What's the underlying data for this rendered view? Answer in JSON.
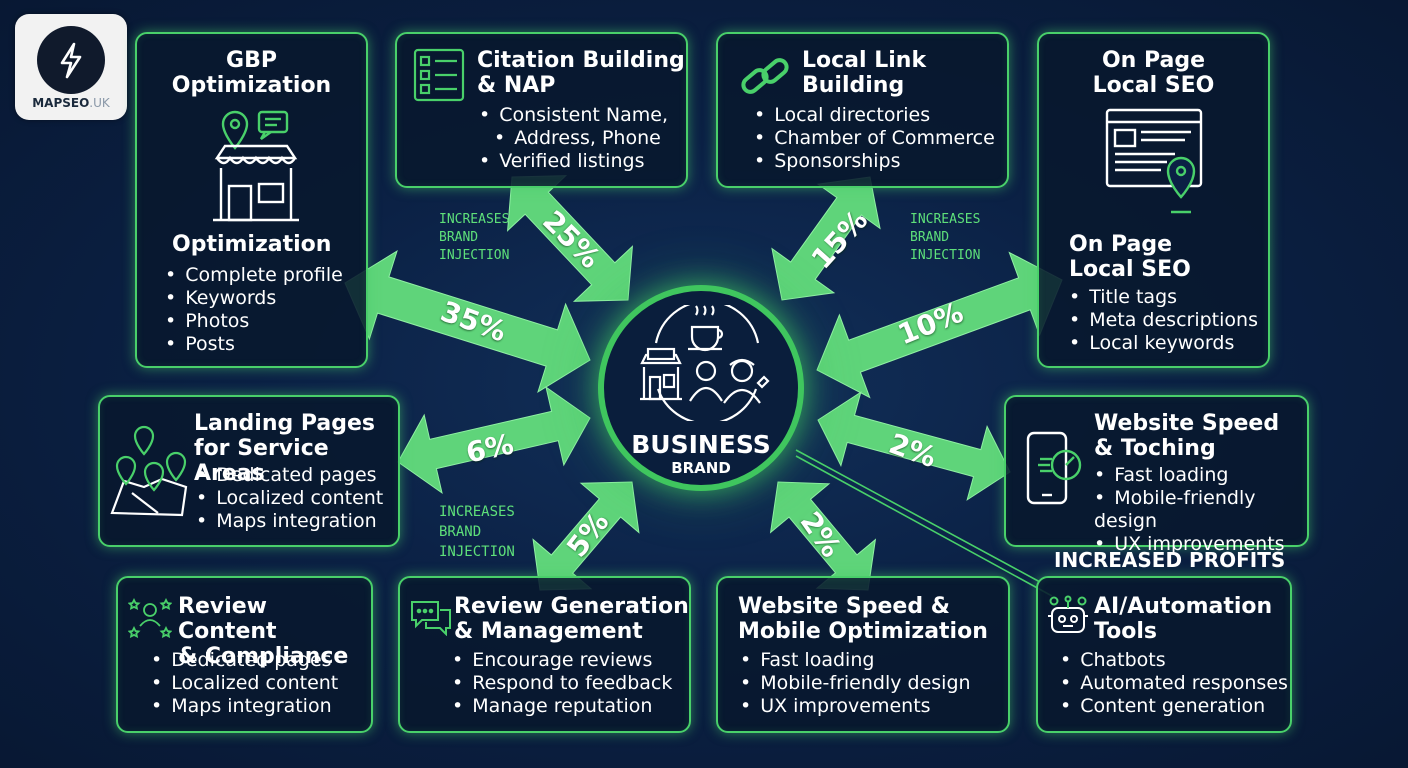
{
  "brand": {
    "logo_name": "MAPSEO",
    "logo_domain": ".UK"
  },
  "hub": {
    "title": "BUSINESS",
    "subtitle": "BRAND"
  },
  "cards": {
    "gbp": {
      "title_line1": "GBP",
      "title_line2": "Optimization",
      "subtitle": "Optimization",
      "items": [
        "Complete profile",
        "Keywords",
        "Photos",
        "Posts"
      ]
    },
    "citation": {
      "title_line1": "Citation Building",
      "title_line2": "& NAP",
      "items": [
        "Consistent Name,",
        "Address, Phone",
        "Verified listings"
      ]
    },
    "link": {
      "title_line1": "Local Link",
      "title_line2": "Building",
      "items": [
        "Local directories",
        "Chamber of Commerce",
        "Sponsorships"
      ]
    },
    "onpage": {
      "title_line1": "On Page",
      "title_line2": "Local SEO",
      "subtitle_line1": "On Page",
      "subtitle_line2": "Local SEO",
      "items": [
        "Title tags",
        "Meta descriptions",
        "Local keywords"
      ]
    },
    "landing": {
      "title_line1": "Landing Pages",
      "title_line2": "for Service Areas",
      "items": [
        "Dedicated pages",
        "Localized content",
        "Maps integration"
      ]
    },
    "speed_right": {
      "title_line1": "Website Speed",
      "title_line2": "& Toching",
      "items": [
        "Fast loading",
        "Mobile-friendly design",
        "UX improvements"
      ]
    },
    "review_content": {
      "title_line1": "Review Content",
      "title_line2": "& Compliance",
      "items": [
        "Dedicated pages",
        "Localized content",
        "Maps integration"
      ]
    },
    "review_gen": {
      "title_line1": "Review Generation",
      "title_line2": "& Management",
      "items": [
        "Encourage reviews",
        "Respond to feedback",
        "Manage reputation"
      ]
    },
    "speed_mobile": {
      "title_line1": "Website Speed &",
      "title_line2": "Mobile Optimization",
      "items": [
        "Fast loading",
        "Mobile-friendly design",
        "UX improvements"
      ]
    },
    "ai": {
      "title_line1": "AI/Automation",
      "title_line2": "Tools",
      "items": [
        "Chatbots",
        "Automated responses",
        "Content generation"
      ]
    }
  },
  "percentages": {
    "gbp": "35%",
    "citation": "25%",
    "link": "15%",
    "onpage": "10%",
    "landing": "6%",
    "speed_right": "2%",
    "review_gen": "5%",
    "speed_mobile": "2%"
  },
  "notes": {
    "left_top": "INCREASES\nBRAND\nINJECTION",
    "right_top": "INCREASES\nBRAND\nINJECTION",
    "left_bottom": "INCREASES\nBRAND\nINJECTION"
  },
  "profits_label": "INCREASED PROFITS",
  "colors": {
    "accent": "#49d06a",
    "arrow": "#5fd47a",
    "background": "#0b2145"
  }
}
